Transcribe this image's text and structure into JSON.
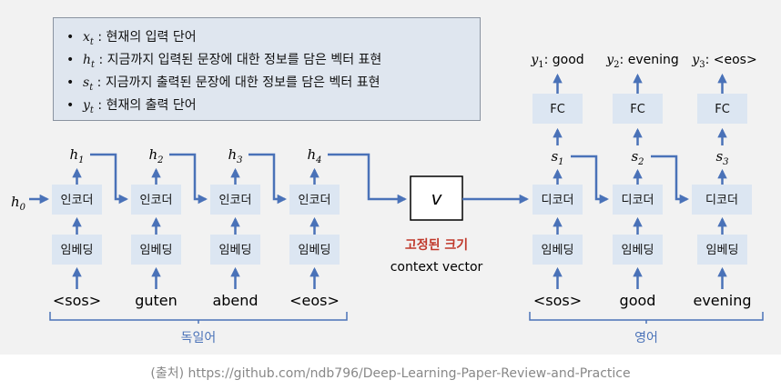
{
  "legend": {
    "items": [
      {
        "var": "x",
        "sub": "t",
        "text": " : 현재의 입력 단어"
      },
      {
        "var": "h",
        "sub": "t",
        "text": " : 지금까지 입력된 문장에 대한 정보를 담은 벡터 표현"
      },
      {
        "var": "s",
        "sub": "t",
        "text": " : 지금까지 출력된 문장에 대한 정보를 담은 벡터 표현"
      },
      {
        "var": "y",
        "sub": "t",
        "text": " : 현재의 출력 단어"
      }
    ]
  },
  "encoder": {
    "initial_state": {
      "var": "h",
      "sub": "0"
    },
    "box_label": "인코더",
    "embed_label": "임베딩",
    "hidden_states": [
      {
        "var": "h",
        "sub": "1"
      },
      {
        "var": "h",
        "sub": "2"
      },
      {
        "var": "h",
        "sub": "3"
      },
      {
        "var": "h",
        "sub": "4"
      }
    ],
    "tokens": [
      "<sos>",
      "guten",
      "abend",
      "<eos>"
    ],
    "language": "독일어"
  },
  "context": {
    "symbol": "v",
    "label_fixed": "고정된 크기",
    "label_vector": "context vector",
    "label_fixed_color": "#c0392b"
  },
  "decoder": {
    "box_label": "디코더",
    "embed_label": "임베딩",
    "fc_label": "FC",
    "hidden_states": [
      {
        "var": "s",
        "sub": "1"
      },
      {
        "var": "s",
        "sub": "2"
      },
      {
        "var": "s",
        "sub": "3"
      }
    ],
    "outputs": [
      {
        "var": "y",
        "sub": "1",
        "text": ": good"
      },
      {
        "var": "y",
        "sub": "2",
        "text": ": evening"
      },
      {
        "var": "y",
        "sub": "3",
        "text": ": <eos>"
      }
    ],
    "tokens": [
      "<sos>",
      "good",
      "evening"
    ],
    "language": "영어"
  },
  "caption": "(출처) https://github.com/ndb796/Deep-Learning-Paper-Review-and-Practice",
  "colors": {
    "accent": "#4a72b8",
    "box_fill": "#dce6f2",
    "stage_bg": "#f2f2f2"
  }
}
